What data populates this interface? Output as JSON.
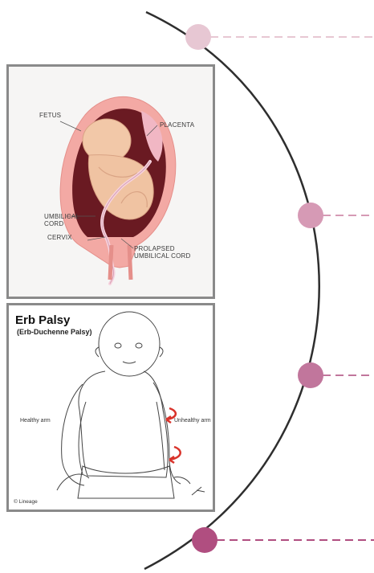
{
  "colors": {
    "arc": "#2e2e2e",
    "marker_1": "#e7c7d3",
    "marker_2": "#d69ab5",
    "marker_3": "#c1769c",
    "marker_4": "#b04e80",
    "panel_border": "#8a8a8a",
    "arrow_red": "#d9332b"
  },
  "timeline": {
    "markers": [
      {
        "color_key": "marker_1"
      },
      {
        "color_key": "marker_2"
      },
      {
        "color_key": "marker_3"
      },
      {
        "color_key": "marker_4"
      }
    ]
  },
  "cord_diagram": {
    "labels": {
      "fetus": "FETUS",
      "placenta": "PLACENTA",
      "umbilical_cord": "UMBILICAL\nCORD",
      "cervix": "CERVIX",
      "prolapsed_cord": "PROLAPSED\nUMBILICAL CORD"
    }
  },
  "erb_diagram": {
    "title": "Erb Palsy",
    "subtitle": "(Erb-Duchenne Palsy)",
    "healthy_label": "Healthy arm",
    "unhealthy_label": "Unhealthy arm",
    "credit": "© Lineage"
  }
}
